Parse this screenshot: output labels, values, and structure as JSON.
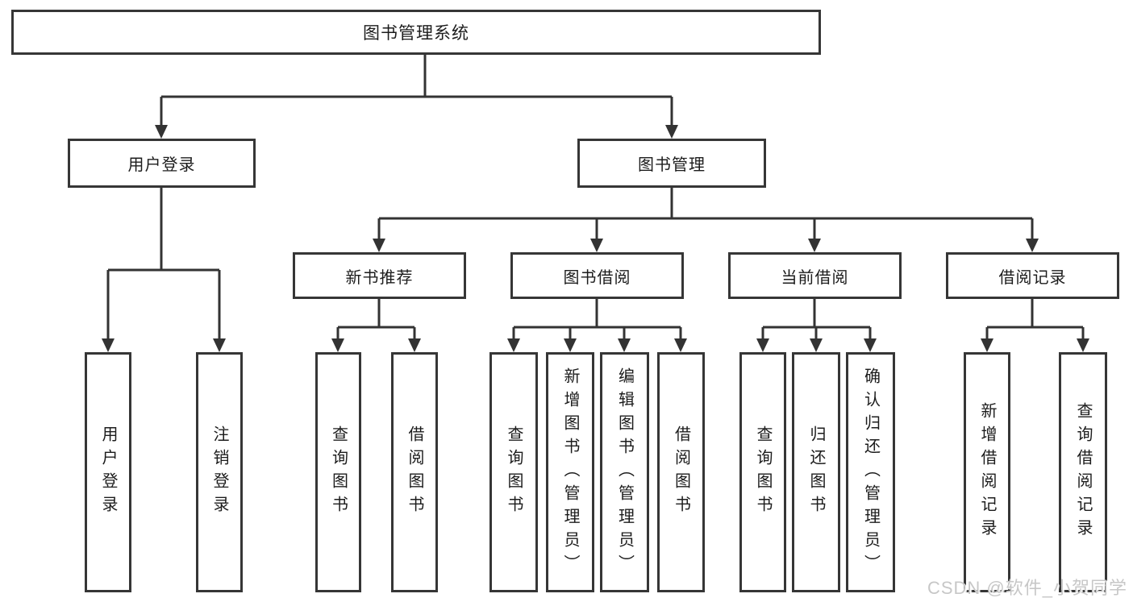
{
  "tree": {
    "root": {
      "label": "图书管理系统"
    },
    "branches": [
      {
        "label": "用户登录",
        "children": [
          {
            "label": "用户登录"
          },
          {
            "label": "注销登录"
          }
        ]
      },
      {
        "label": "图书管理",
        "children": [
          {
            "label": "新书推荐",
            "children": [
              {
                "label": "查询图书"
              },
              {
                "label": "借阅图书"
              }
            ]
          },
          {
            "label": "图书借阅",
            "children": [
              {
                "label": "查询图书"
              },
              {
                "label": "新增图书（管理员）"
              },
              {
                "label": "编辑图书（管理员）"
              },
              {
                "label": "借阅图书"
              }
            ]
          },
          {
            "label": "当前借阅",
            "children": [
              {
                "label": "查询图书"
              },
              {
                "label": "归还图书"
              },
              {
                "label": "确认归还（管理员）"
              }
            ]
          },
          {
            "label": "借阅记录",
            "children": [
              {
                "label": "新增借阅记录"
              },
              {
                "label": "查询借阅记录"
              }
            ]
          }
        ]
      }
    ]
  },
  "watermark": {
    "text": "CSDN @软件_小贺同学"
  },
  "colors": {
    "line": "#333333",
    "box_border": "#363636",
    "text": "#1c1c1c",
    "watermark": "#c7c7c7",
    "background": "#ffffff"
  }
}
